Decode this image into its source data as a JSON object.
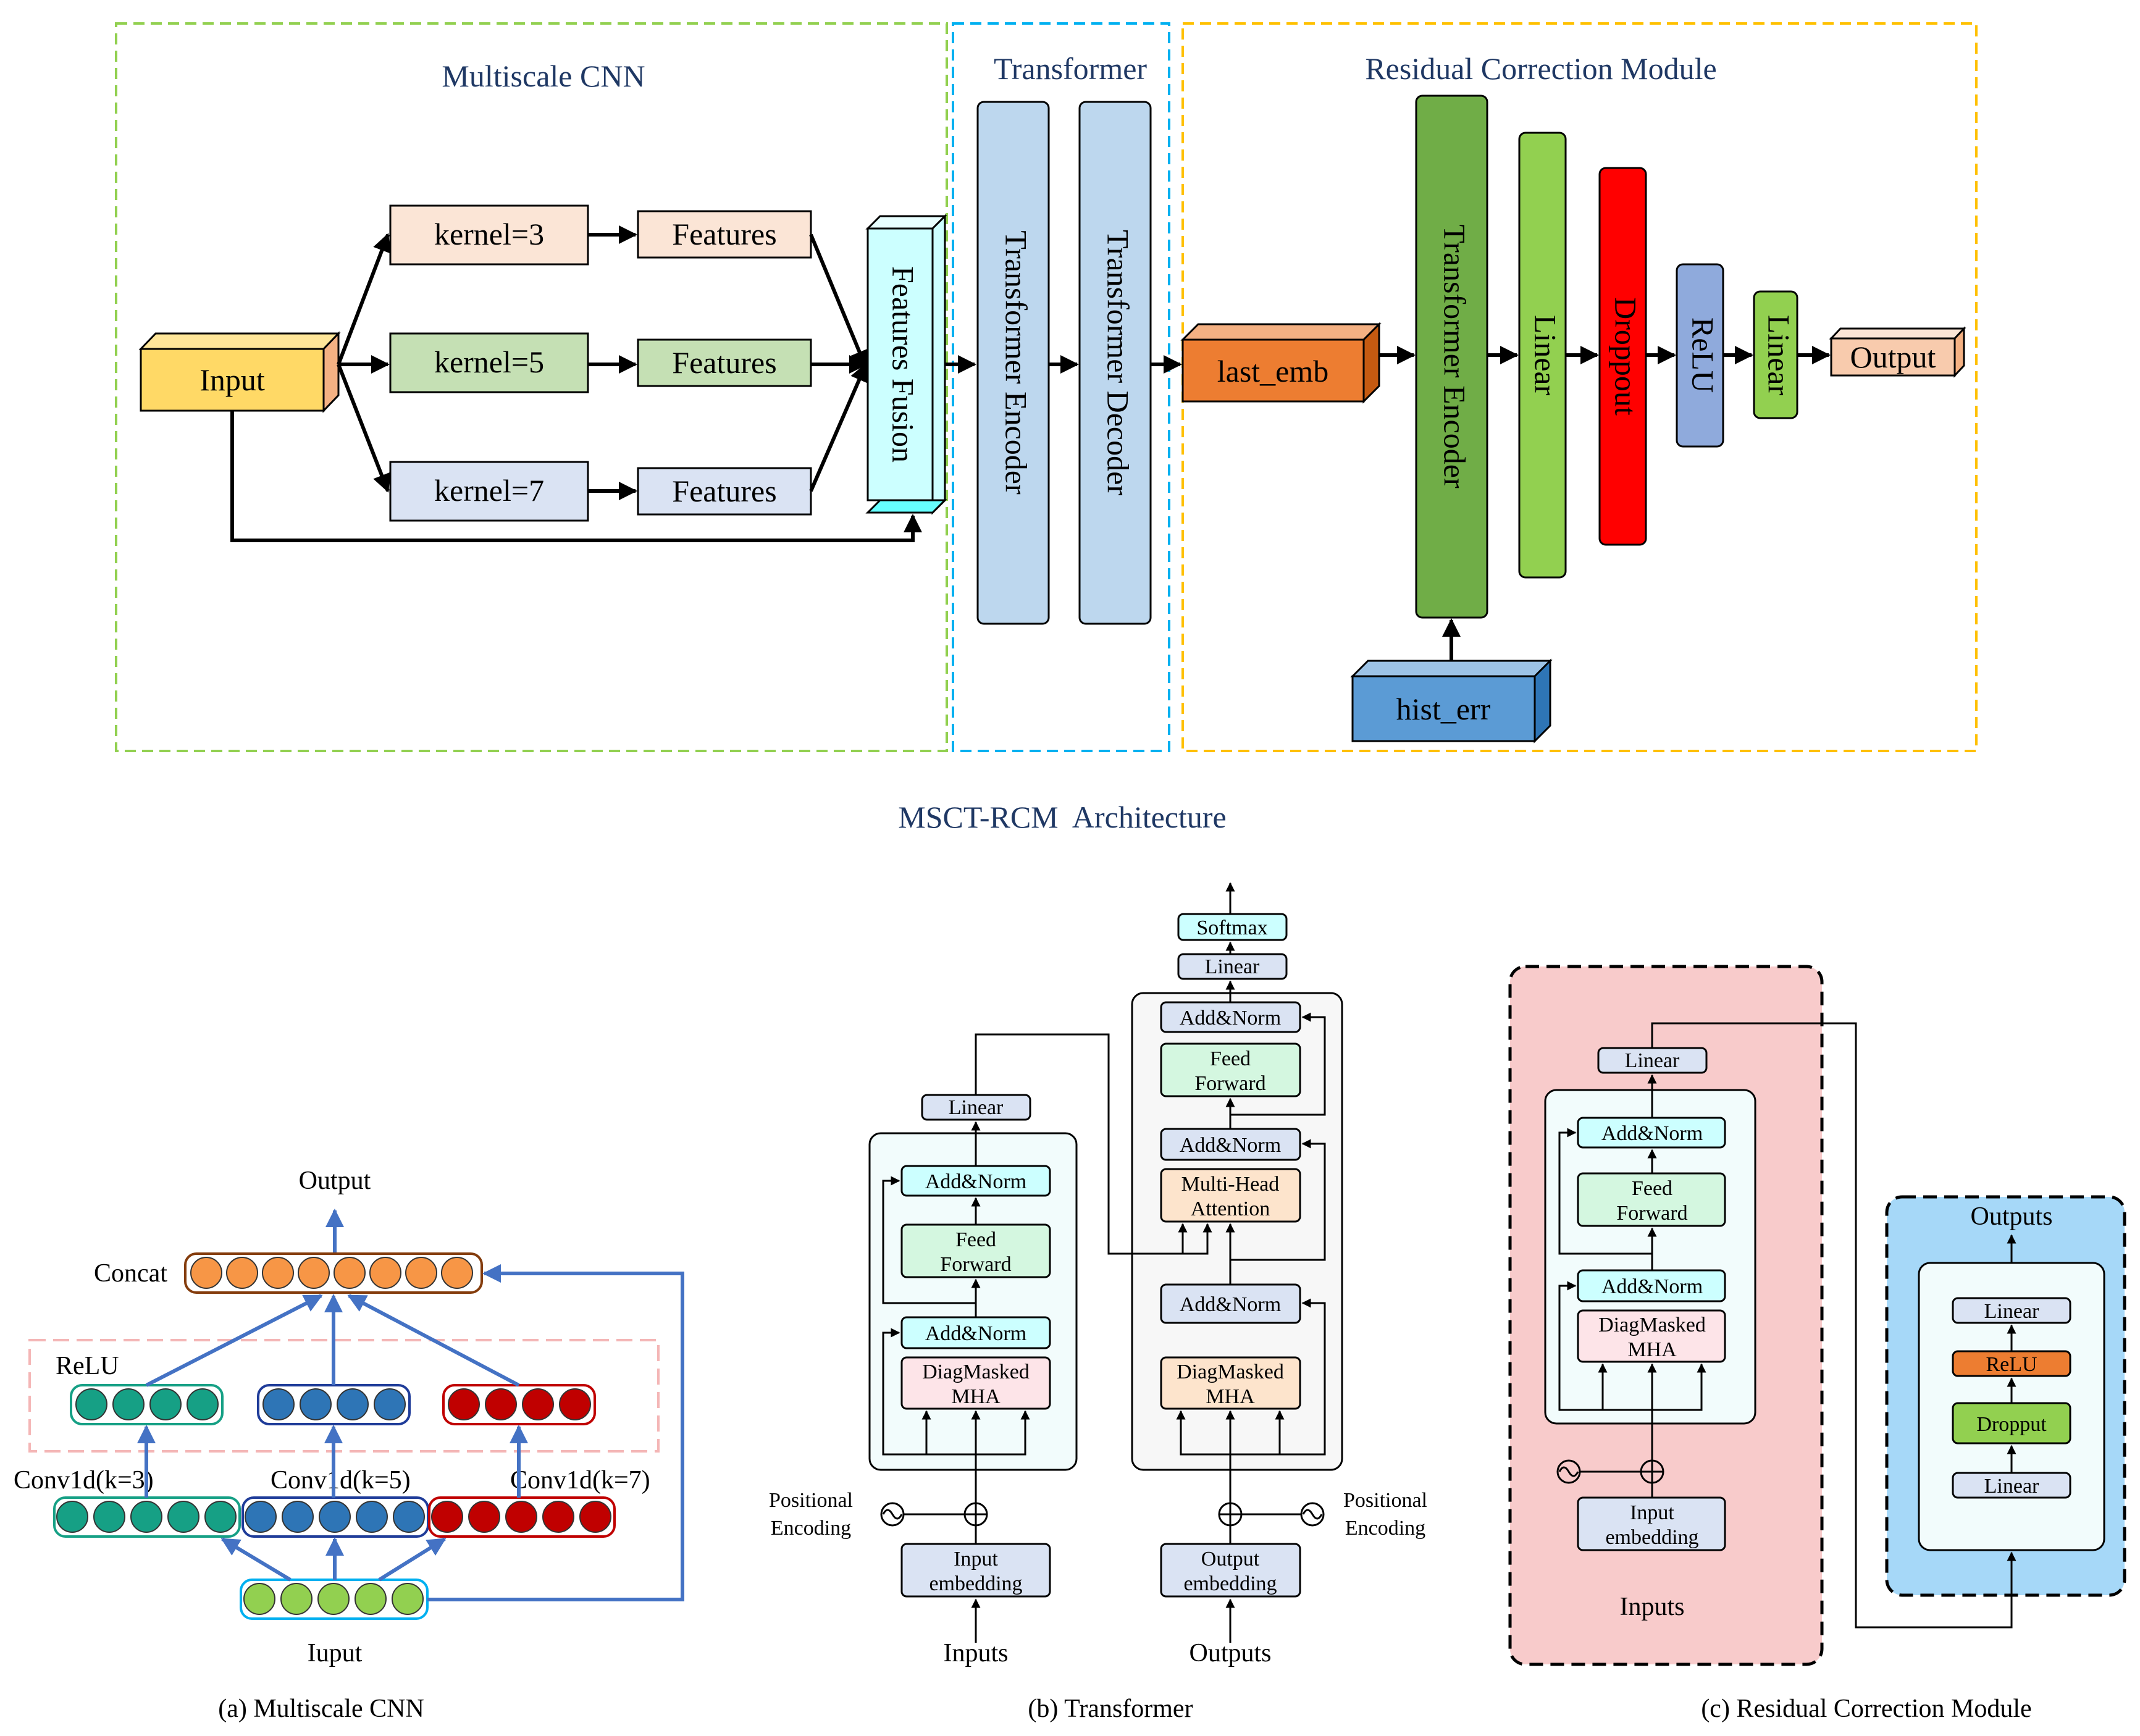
{
  "architecture": {
    "caption": "MSCT-RCM  Architecture",
    "sections": {
      "cnn_title": "Multiscale CNN",
      "transformer_title": "Transformer",
      "rcm_title": "Residual Correction Module"
    },
    "cnn": {
      "input": "Input",
      "kernels": [
        "kernel=3",
        "kernel=5",
        "kernel=7"
      ],
      "features": [
        "Features",
        "Features",
        "Features"
      ],
      "fusion": "Features Fusion"
    },
    "transformer": {
      "encoder": "Transformer Encoder",
      "decoder": "Transformer Decoder"
    },
    "rcm": {
      "last_emb": "last_emb",
      "encoder": "Transformer Encoder",
      "hist_err": "hist_err",
      "linear1": "Linear",
      "dropout": "Droppout",
      "relu": "ReLU",
      "linear2": "Linear",
      "output": "Output"
    }
  },
  "panel_a": {
    "caption": "(a) Multiscale CNN",
    "output": "Output",
    "concat": "Concat",
    "relu": "ReLU",
    "conv3": "Conv1d(k=3)",
    "conv5": "Conv1d(k=5)",
    "conv7": "Conv1d(k=7)",
    "input": "Iuput"
  },
  "panel_b": {
    "caption": "(b) Transformer",
    "softmax": "Softmax",
    "linear_top": "Linear",
    "enc_linear": "Linear",
    "add_norm": "Add&Norm",
    "feed_forward": [
      "Feed",
      "Forward"
    ],
    "diag_masked": [
      "DiagMasked",
      "MHA"
    ],
    "multi_head": [
      "Multi-Head",
      "Attention"
    ],
    "positional_encoding": [
      "Positional",
      "Encoding"
    ],
    "input_embedding": [
      "Input",
      "embedding"
    ],
    "output_embedding": [
      "Output",
      "embedding"
    ],
    "inputs": "Inputs",
    "outputs": "Outputs"
  },
  "panel_c": {
    "caption": "(c) Residual Correction Module",
    "linear": "Linear",
    "add_norm": "Add&Norm",
    "feed_forward": [
      "Feed",
      "Forward"
    ],
    "diag_masked": [
      "DiagMasked",
      "MHA"
    ],
    "input_embedding": [
      "Input",
      "embedding"
    ],
    "inputs": "Inputs",
    "outputs": "Outputs",
    "head_linear_top": "Linear",
    "head_relu": "ReLU",
    "head_dropout": "Dropput",
    "head_linear_bottom": "Linear"
  },
  "colors": {
    "title_navy": "#1f3864",
    "cnn_frame": "#92d050",
    "transformer_frame": "#00b0f0",
    "rcm_frame": "#ffc000",
    "input_box": "#ffd966",
    "kernel3": "#fbe5d6",
    "kernel5": "#c5e0b4",
    "kernel7": "#dae3f3",
    "features": "#e2f0d9",
    "fusion": "#ccffff",
    "transformer_block": "#bdd7ee",
    "last_emb": "#ed7d31",
    "rcm_encoder": "#70ad47",
    "linear": "#92d050",
    "dropout": "#ff0000",
    "relu": "#8faadc",
    "output": "#f8cbad",
    "hist_err": "#5b9bd5",
    "teal_node": "#16a085",
    "blue_node": "#2e75b6",
    "red_node": "#c00000",
    "green_node": "#92d050",
    "orange_node": "#f79646",
    "arrow_blue": "#4472c4",
    "panel_c_red": "#f8cbcb",
    "panel_c_blue": "#a6d8f8"
  }
}
